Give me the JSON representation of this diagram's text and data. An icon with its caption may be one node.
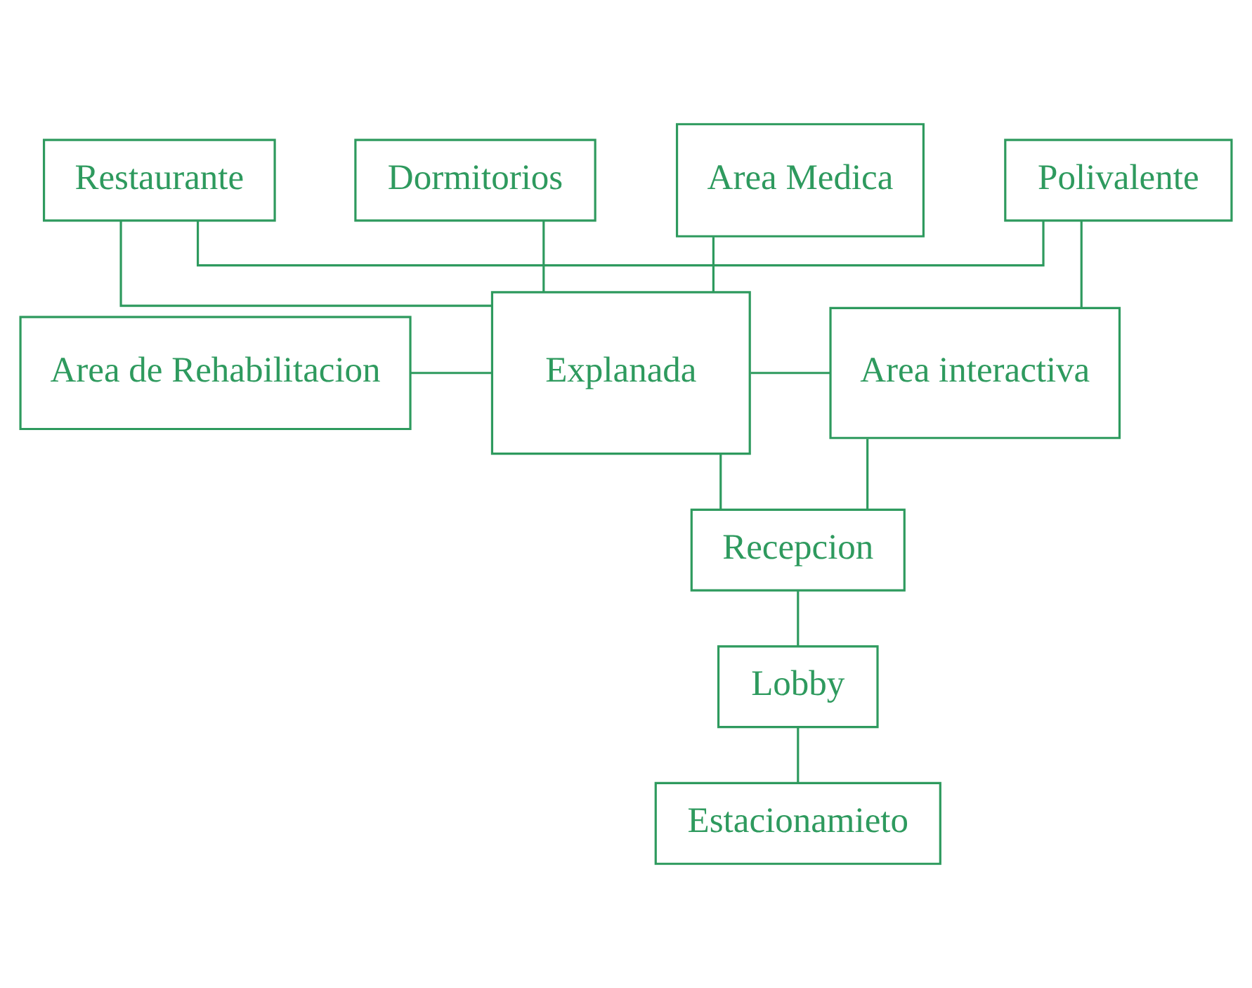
{
  "diagram": {
    "nodes": [
      {
        "text": [
          "Restaurante"
        ]
      },
      {
        "text": [
          "Polivalente"
        ]
      },
      {
        "text": [
          "Dormitorios"
        ]
      },
      {
        "text": [
          "Area de Rehabilitacion"
        ]
      },
      {
        "text": [
          "Explanada"
        ]
      },
      {
        "text": [
          "Area interactiva"
        ]
      },
      {
        "text": [
          "Area Medica"
        ]
      },
      {
        "text": [
          "Recepcion"
        ]
      },
      {
        "text": [
          "Lobby"
        ]
      },
      {
        "text": [
          "Estacionamieto"
        ]
      }
    ],
    "edges": [
      {
        "from": 0,
        "to": 1,
        "arrow": "none"
      },
      {
        "from": 0,
        "to": 4,
        "arrow": "none"
      },
      {
        "from": 2,
        "to": 4,
        "arrow": "none"
      },
      {
        "from": 3,
        "to": 4,
        "arrow": "none"
      },
      {
        "from": 6,
        "to": 4,
        "arrow": "none"
      },
      {
        "from": 4,
        "to": 5,
        "arrow": "none"
      },
      {
        "from": 1,
        "to": 5,
        "arrow": "none"
      },
      {
        "from": 4,
        "to": 7,
        "arrow": "none"
      },
      {
        "from": 5,
        "to": 7,
        "arrow": "none"
      },
      {
        "from": 7,
        "to": 8,
        "arrow": "none"
      },
      {
        "from": 8,
        "to": 9,
        "arrow": "none"
      }
    ]
  }
}
